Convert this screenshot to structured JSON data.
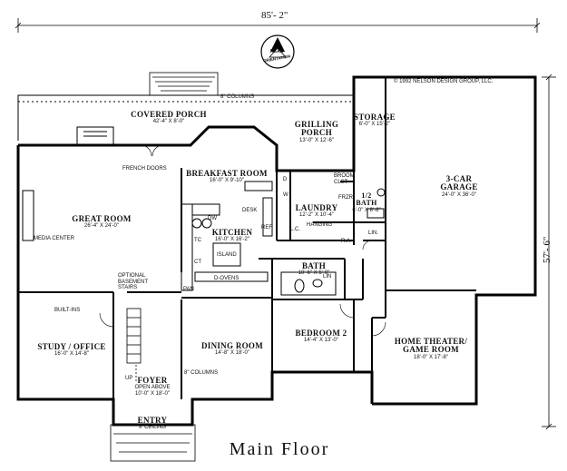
{
  "title": "Main Floor",
  "copyright": "© 1992 NELSON DESIGN GROUP, LLC.",
  "dimensions": {
    "width": "85'- 2\"",
    "depth": "57'- 6\""
  },
  "compass": {
    "line1": "REAR",
    "line2": "ORIENTATION"
  },
  "rooms": {
    "covered_porch": {
      "name": "COVERED PORCH",
      "size": "42'-4\" X 8'-0\""
    },
    "grilling_porch": {
      "name1": "GRILLING",
      "name2": "PORCH",
      "size": "13'-0\" X 12'-6\""
    },
    "storage": {
      "name": "STORAGE",
      "size": "6'-0\" X 15'-2\""
    },
    "garage": {
      "name": "3-CAR",
      "name2": "GARAGE",
      "size": "24'-0\" X 36'-0\""
    },
    "breakfast": {
      "name": "BREAKFAST ROOM",
      "size": "16'-0\" X 9'-10\""
    },
    "great_room": {
      "name": "GREAT ROOM",
      "size": "26'-4\" X 24'-0\""
    },
    "laundry": {
      "name": "LAUNDRY",
      "size": "12'-2\" X 10'-4\""
    },
    "half_bath": {
      "name1": "1/2",
      "name2": "BATH",
      "size": "6'-0\" X 8'-8\""
    },
    "kitchen": {
      "name": "KITCHEN",
      "size": "16'-0\" X 16'-2\""
    },
    "bath": {
      "name": "BATH",
      "size": "10'-6\" X 5'-0\""
    },
    "study": {
      "name": "STUDY / OFFICE",
      "size": "16'-0\" X 14'-8\""
    },
    "dining": {
      "name": "DINING ROOM",
      "size": "14'-8\" X 18'-0\""
    },
    "bedroom2": {
      "name": "BEDROOM 2",
      "size": "14'-4\" X 13'-0\""
    },
    "theater": {
      "name1": "HOME THEATER/",
      "name2": "GAME ROOM",
      "size": "18'-0\" X 17'-8\""
    },
    "foyer": {
      "name": "FOYER",
      "size1": "10'-0\" X 18'-0\"",
      "size2": "OPEN ABOVE"
    },
    "entry": {
      "name": "ENTRY",
      "size": "9' CEILING"
    }
  },
  "notes": {
    "columns_top": "8\" COLUMNS",
    "columns_bottom": "8\" COLUMNS",
    "french_doors": "FRENCH DOORS",
    "media_center": "MEDIA CENTER",
    "optional_stairs": [
      "OPTIONAL",
      "BASEMENT",
      "STAIRS"
    ],
    "built_ins": "BUILT-INS",
    "desk": "DESK",
    "dw": "DW",
    "island": "ISLAND",
    "tc": "TC",
    "ct": "CT",
    "pan": "PAN",
    "d_ovens": "D-OVENS",
    "ref": "REF",
    "w": "W",
    "d": "D",
    "lc": "L.C.",
    "broom_clst": [
      "BROOM",
      "CLST"
    ],
    "frzr": "FRZR",
    "hanging": "HANGING",
    "ra": "R.A.",
    "lin1": "LIN.",
    "lin2": "LIN",
    "up": "UP"
  }
}
